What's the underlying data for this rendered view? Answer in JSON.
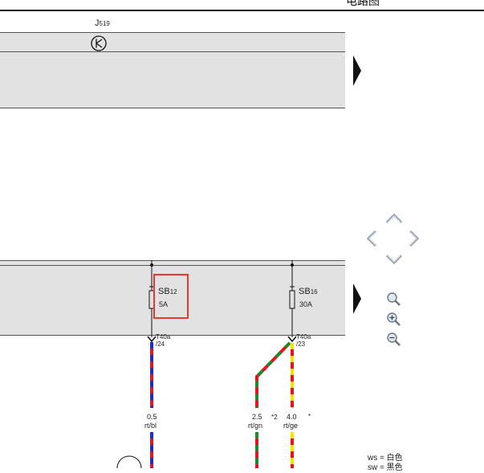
{
  "header": {
    "title": "电路图"
  },
  "components": {
    "relay": {
      "ref": "J",
      "sub": "519"
    },
    "fuse_1": {
      "ref": "SB",
      "sub": "12",
      "rating": "5A"
    },
    "fuse_2": {
      "ref": "SB",
      "sub": "16",
      "rating": "30A"
    }
  },
  "connectors": {
    "c1": {
      "ref": "T40a",
      "pin": "/24"
    },
    "c2": {
      "ref": "T40a",
      "pin": "/23"
    }
  },
  "wires": {
    "w1": {
      "size": "0.5",
      "color_code": "rt/bl"
    },
    "w2": {
      "size": "2.5",
      "color_code": "rt/gn",
      "note": "*2"
    },
    "w3": {
      "size": "4.0",
      "color_code": "rt/ge",
      "note": "*"
    }
  },
  "legend": {
    "items": [
      {
        "code": "ws",
        "text": "= 白色"
      },
      {
        "code": "sw",
        "text": "= 黑色"
      }
    ]
  },
  "colors": {
    "band": "#e2e2e2",
    "highlight": "#e53935",
    "wire_red": "#e8141c",
    "wire_blue": "#1a2be0",
    "wire_green": "#1f8a2a",
    "wire_yellow": "#f2e600"
  },
  "icons": {
    "nav": [
      "chevron-up-icon",
      "chevron-left-icon",
      "chevron-right-icon",
      "chevron-down-icon"
    ],
    "zoom": [
      "zoom-icon",
      "zoom-in-icon",
      "zoom-out-icon"
    ]
  }
}
